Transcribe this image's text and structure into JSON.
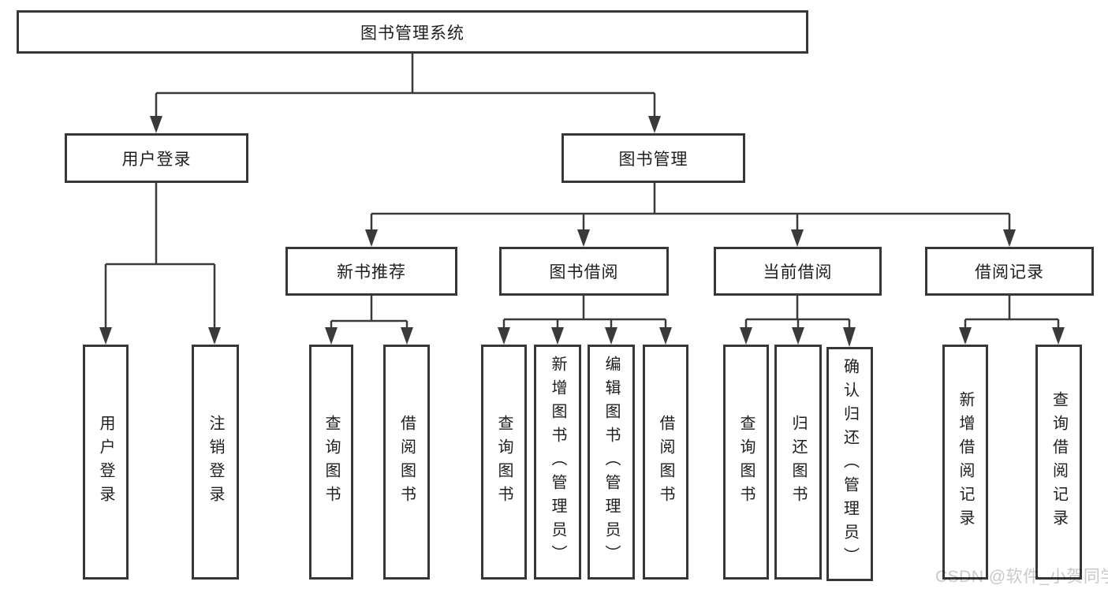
{
  "diagram": {
    "type": "tree",
    "orientation": "top-down",
    "line_color": "#3a3a3a",
    "box_border_color": "#373737",
    "box_fill": "#ffffff",
    "text_color": "#1e1e1e"
  },
  "tree": {
    "label": "图书管理系统",
    "children": [
      {
        "label": "用户登录",
        "children": [
          {
            "label": "用户登录"
          },
          {
            "label": "注销登录"
          }
        ]
      },
      {
        "label": "图书管理",
        "children": [
          {
            "label": "新书推荐",
            "children": [
              {
                "label": "查询图书"
              },
              {
                "label": "借阅图书"
              }
            ]
          },
          {
            "label": "图书借阅",
            "children": [
              {
                "label": "查询图书"
              },
              {
                "label": "新增图书（管理员）"
              },
              {
                "label": "编辑图书（管理员）"
              },
              {
                "label": "借阅图书"
              }
            ]
          },
          {
            "label": "当前借阅",
            "children": [
              {
                "label": "查询图书"
              },
              {
                "label": "归还图书"
              },
              {
                "label": "确认归还（管理员）"
              }
            ]
          },
          {
            "label": "借阅记录",
            "children": [
              {
                "label": "新增借阅记录"
              },
              {
                "label": "查询借阅记录"
              }
            ]
          }
        ]
      }
    ]
  },
  "watermark": {
    "text": "CSDN @软件_小贺同学"
  }
}
